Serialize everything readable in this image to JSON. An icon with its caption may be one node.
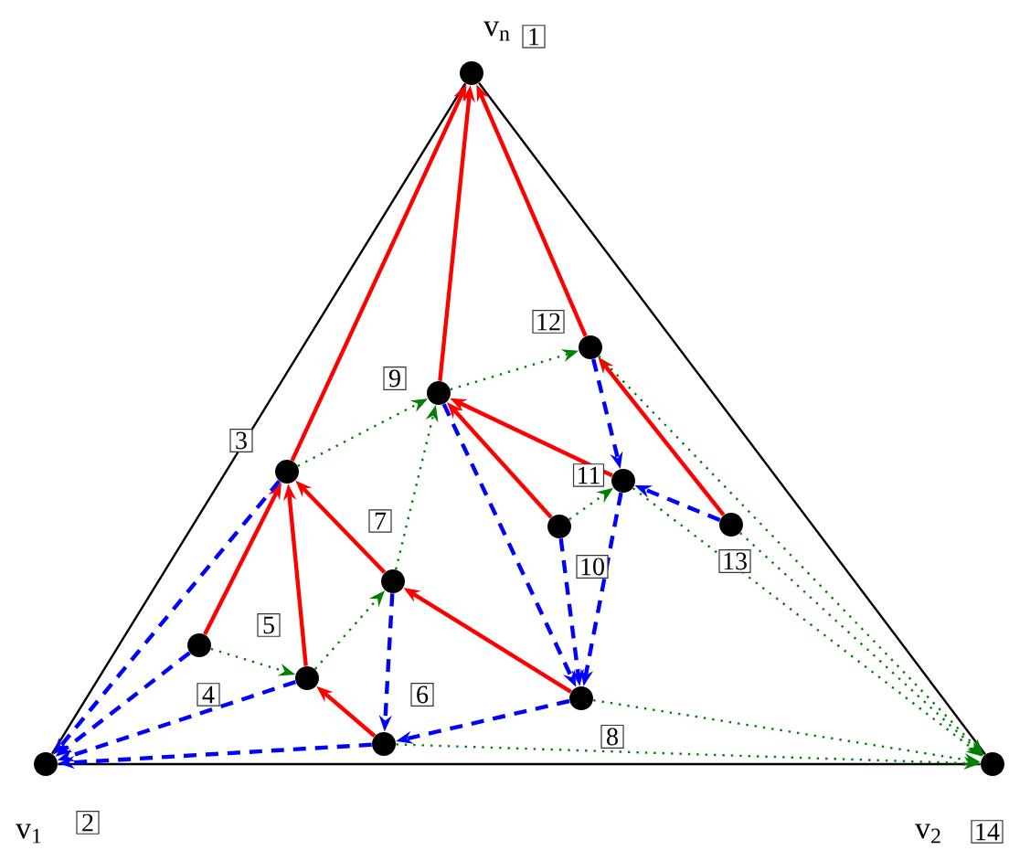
{
  "diagram": {
    "nodes": [
      {
        "text": [],
        "shape": "circle",
        "beside": [
          "v$_{n}$",
          "1"
        ]
      },
      {
        "text": [],
        "shape": "circle",
        "beside": [
          "v$_{1}$",
          "2"
        ]
      },
      {
        "text": [],
        "shape": "circle",
        "beside": [
          "3"
        ]
      },
      {
        "text": [],
        "shape": "circle",
        "beside": [
          "4"
        ]
      },
      {
        "text": [],
        "shape": "circle",
        "beside": [
          "5"
        ]
      },
      {
        "text": [],
        "shape": "circle",
        "beside": [
          "6"
        ]
      },
      {
        "text": [],
        "shape": "circle",
        "beside": [
          "7"
        ]
      },
      {
        "text": [],
        "shape": "circle",
        "beside": [
          "8"
        ]
      },
      {
        "text": [],
        "shape": "circle",
        "beside": [
          "9"
        ]
      },
      {
        "text": [],
        "shape": "circle",
        "beside": [
          "10"
        ]
      },
      {
        "text": [],
        "shape": "circle",
        "beside": [
          "11"
        ]
      },
      {
        "text": [],
        "shape": "circle",
        "beside": [
          "12"
        ]
      },
      {
        "text": [],
        "shape": "circle",
        "beside": [
          "13"
        ]
      },
      {
        "text": [],
        "shape": "circle",
        "beside": [
          "v$_{2}$",
          "14"
        ]
      }
    ],
    "edges": [
      {
        "from": 0,
        "to": 1,
        "arrow": "none",
        "color": "#000000"
      },
      {
        "from": 0,
        "to": 13,
        "arrow": "none",
        "color": "#000000"
      },
      {
        "from": 1,
        "to": 13,
        "arrow": "none",
        "color": "#000000"
      },
      {
        "from": 2,
        "to": 0,
        "arrow": "to",
        "color": "#ff0000"
      },
      {
        "from": 8,
        "to": 0,
        "arrow": "to",
        "color": "#ff0000"
      },
      {
        "from": 11,
        "to": 0,
        "arrow": "to",
        "color": "#ff0000"
      },
      {
        "from": 3,
        "to": 2,
        "arrow": "to",
        "color": "#ff0000"
      },
      {
        "from": 4,
        "to": 2,
        "arrow": "to",
        "color": "#ff0000"
      },
      {
        "from": 6,
        "to": 2,
        "arrow": "to",
        "color": "#ff0000"
      },
      {
        "from": 5,
        "to": 4,
        "arrow": "to",
        "color": "#ff0000"
      },
      {
        "from": 7,
        "to": 6,
        "arrow": "to",
        "color": "#ff0000"
      },
      {
        "from": 9,
        "to": 8,
        "arrow": "to",
        "color": "#ff0000"
      },
      {
        "from": 10,
        "to": 8,
        "arrow": "to",
        "color": "#ff0000"
      },
      {
        "from": 12,
        "to": 11,
        "arrow": "to",
        "color": "#ff0000"
      },
      {
        "from": 2,
        "to": 1,
        "arrow": "to",
        "style": "dashed",
        "color": "#0000ff"
      },
      {
        "from": 3,
        "to": 1,
        "arrow": "to",
        "style": "dashed",
        "color": "#0000ff"
      },
      {
        "from": 4,
        "to": 1,
        "arrow": "to",
        "style": "dashed",
        "color": "#0000ff"
      },
      {
        "from": 5,
        "to": 1,
        "arrow": "to",
        "style": "dashed",
        "color": "#0000ff"
      },
      {
        "from": 6,
        "to": 5,
        "arrow": "to",
        "style": "dashed",
        "color": "#0000ff"
      },
      {
        "from": 7,
        "to": 5,
        "arrow": "to",
        "style": "dashed",
        "color": "#0000ff"
      },
      {
        "from": 8,
        "to": 7,
        "arrow": "to",
        "style": "dashed",
        "color": "#0000ff"
      },
      {
        "from": 9,
        "to": 7,
        "arrow": "to",
        "style": "dashed",
        "color": "#0000ff"
      },
      {
        "from": 10,
        "to": 7,
        "arrow": "to",
        "style": "dashed",
        "color": "#0000ff"
      },
      {
        "from": 11,
        "to": 10,
        "arrow": "to",
        "style": "dashed",
        "color": "#0000ff"
      },
      {
        "from": 12,
        "to": 10,
        "arrow": "to",
        "style": "dashed",
        "color": "#0000ff"
      },
      {
        "from": 3,
        "to": 4,
        "arrow": "to",
        "style": "dashed",
        "color": "#008000"
      },
      {
        "from": 4,
        "to": 6,
        "arrow": "to",
        "style": "dashed",
        "color": "#008000"
      },
      {
        "from": 6,
        "to": 8,
        "arrow": "to",
        "style": "dashed",
        "color": "#008000"
      },
      {
        "from": 2,
        "to": 8,
        "arrow": "to",
        "style": "dashed",
        "color": "#008000"
      },
      {
        "from": 8,
        "to": 11,
        "arrow": "to",
        "style": "dashed",
        "color": "#008000"
      },
      {
        "from": 9,
        "to": 10,
        "arrow": "to",
        "style": "dashed",
        "color": "#008000"
      },
      {
        "from": 5,
        "to": 13,
        "arrow": "to",
        "style": "dashed",
        "color": "#008000"
      },
      {
        "from": 7,
        "to": 13,
        "arrow": "to",
        "style": "dashed",
        "color": "#008000"
      },
      {
        "from": 10,
        "to": 13,
        "arrow": "to",
        "style": "dashed",
        "color": "#008000"
      },
      {
        "from": 11,
        "to": 13,
        "arrow": "to",
        "style": "dashed",
        "color": "#008000"
      },
      {
        "from": 12,
        "to": 13,
        "arrow": "to",
        "style": "dashed",
        "color": "#008000"
      }
    ]
  }
}
